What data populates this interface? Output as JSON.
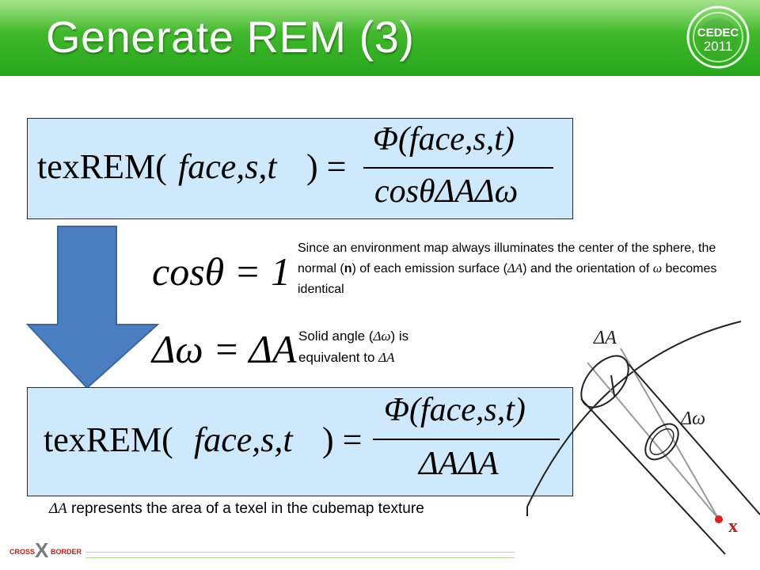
{
  "slide": {
    "title": "Generate REM (3)",
    "logo": {
      "line1": "CEDEC",
      "line2": "2011",
      "icon": "cedec-logo"
    },
    "footer_logo": {
      "left": "CROSS",
      "mark": "X",
      "right": "BORDER"
    }
  },
  "formula_top": {
    "lhs_fn": "texREM(",
    "lhs_args": "face,s,t",
    "lhs_close": ") =",
    "numerator": "Φ(face,s,t)",
    "denominator": "cosθΔAΔω"
  },
  "formula_cos": "cosθ = 1",
  "formula_solid": "Δω = ΔA",
  "formula_bottom": {
    "lhs_fn": "texREM(",
    "lhs_args": "face,s,t",
    "lhs_close": ") =",
    "numerator": "Φ(face,s,t)",
    "denominator": "ΔAΔA"
  },
  "notes": {
    "note1_a": "Since an environment map always illuminates the center of the sphere, the normal (",
    "note1_n": "n",
    "note1_b": ") of each emission surface (",
    "note1_dA": "ΔA",
    "note1_c": ")  and the orientation of ",
    "note1_w": "ω",
    "note1_d": " becomes identical",
    "note2_a": "Solid angle (",
    "note2_dw": "Δω",
    "note2_b": ") is equivalent to ",
    "note2_dA": "ΔA"
  },
  "caption": {
    "symbol": "ΔA",
    "text": " represents the area of a texel in the cubemap texture"
  },
  "diagram": {
    "label_dA": "ΔA",
    "label_dw": "Δω",
    "label_x": "x"
  }
}
